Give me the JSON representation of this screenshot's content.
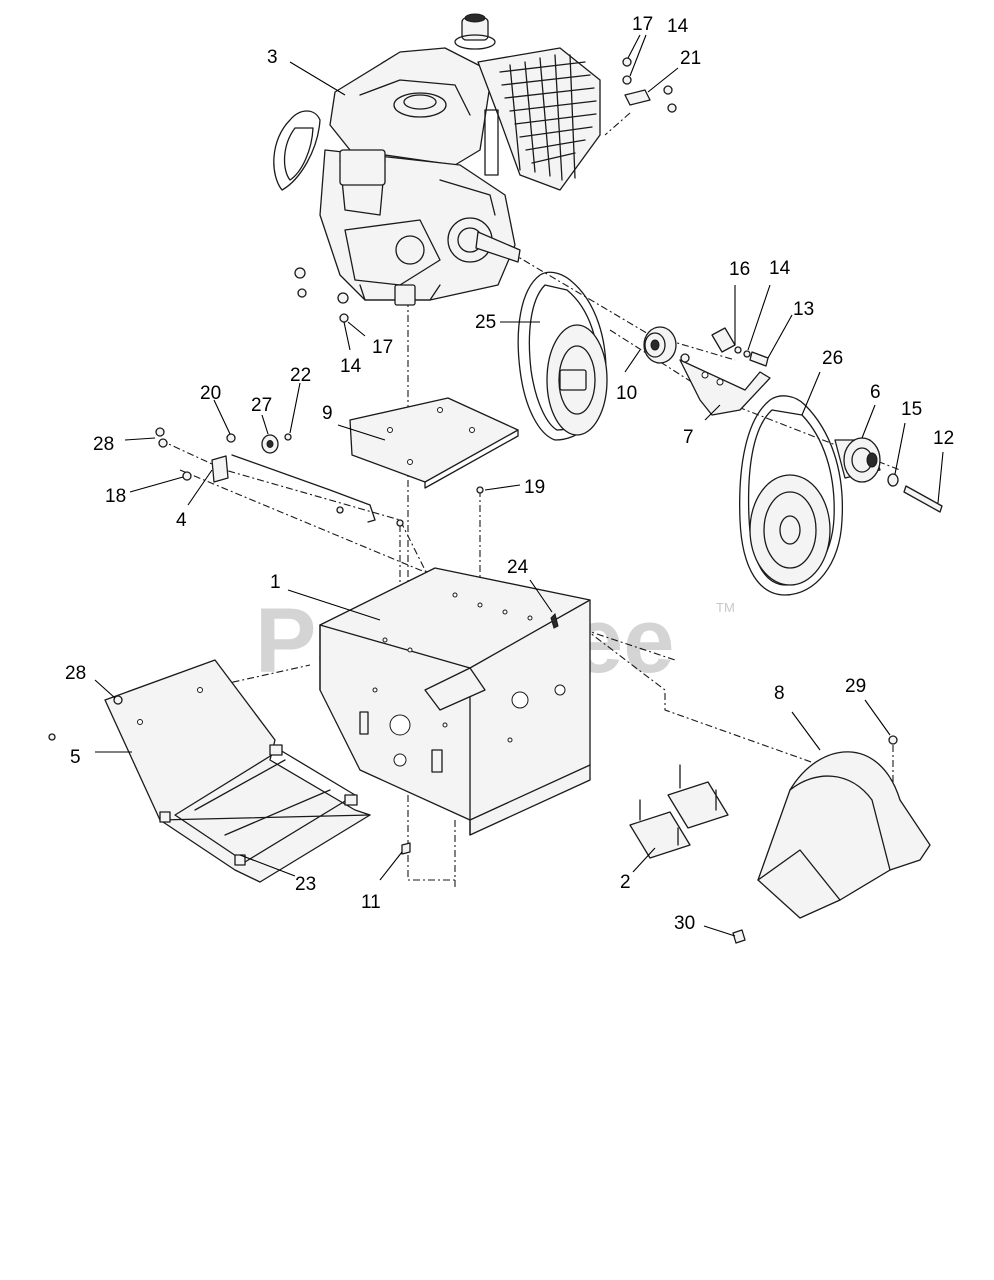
{
  "diagram": {
    "callouts": {
      "c1": "1",
      "c2": "2",
      "c3": "3",
      "c4": "4",
      "c5": "5",
      "c6": "6",
      "c7": "7",
      "c8": "8",
      "c9": "9",
      "c10": "10",
      "c11": "11",
      "c12": "12",
      "c13": "13",
      "c14a": "14",
      "c14b": "14",
      "c14c": "14",
      "c15": "15",
      "c16": "16",
      "c17a": "17",
      "c17b": "17",
      "c18": "18",
      "c19": "19",
      "c20": "20",
      "c21": "21",
      "c22": "22",
      "c23": "23",
      "c24": "24",
      "c25": "25",
      "c26": "26",
      "c27": "27",
      "c28a": "28",
      "c28b": "28",
      "c29": "29",
      "c30": "30"
    },
    "watermark": {
      "text": "PartsTree",
      "mark": "TM"
    }
  }
}
